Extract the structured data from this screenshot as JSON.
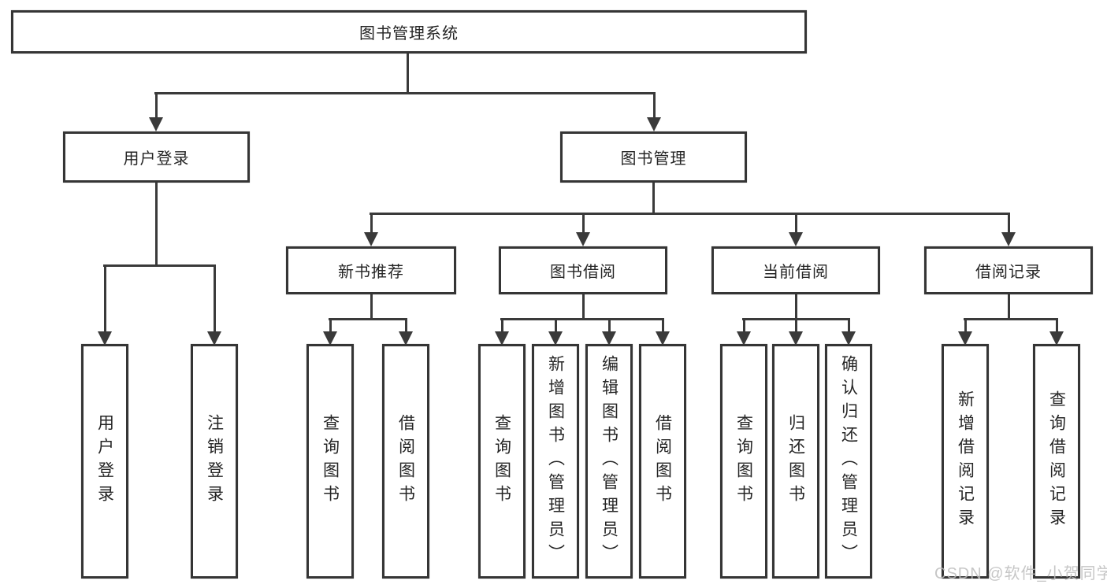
{
  "diagram": {
    "title": "图书管理系统",
    "colors": {
      "line": "#3a3a3a",
      "border": "#353535",
      "text": "#252525",
      "background": "#ffffff",
      "watermark": "#bdbdbd"
    },
    "root": {
      "label": "图书管理系统"
    },
    "branches": [
      {
        "label": "用户登录",
        "children": [
          {
            "label": "用户登录"
          },
          {
            "label": "注销登录"
          }
        ]
      },
      {
        "label": "图书管理",
        "children": [
          {
            "label": "新书推荐",
            "children": [
              {
                "label": "查询图书"
              },
              {
                "label": "借阅图书"
              }
            ]
          },
          {
            "label": "图书借阅",
            "children": [
              {
                "label": "查询图书"
              },
              {
                "label": "新增图书（管理员）"
              },
              {
                "label": "编辑图书（管理员）"
              },
              {
                "label": "借阅图书"
              }
            ]
          },
          {
            "label": "当前借阅",
            "children": [
              {
                "label": "查询图书"
              },
              {
                "label": "归还图书"
              },
              {
                "label": "确认归还（管理员）"
              }
            ]
          },
          {
            "label": "借阅记录",
            "children": [
              {
                "label": "新增借阅记录"
              },
              {
                "label": "查询借阅记录"
              }
            ]
          }
        ]
      }
    ],
    "watermark": "CSDN @软件_小贺同学"
  }
}
